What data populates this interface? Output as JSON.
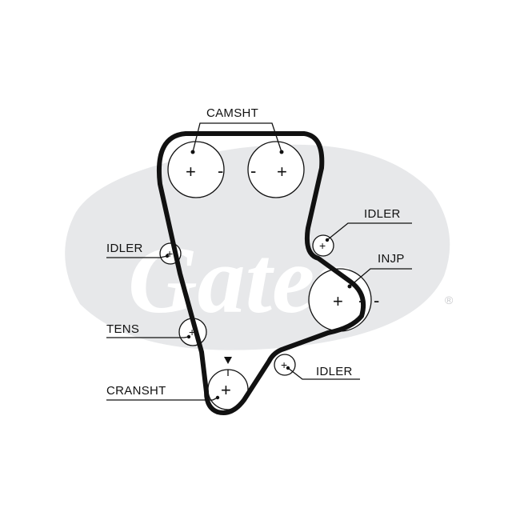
{
  "watermark": {
    "brand": "Gates",
    "trademark": "®"
  },
  "labels": {
    "camshaft": "CAMSHT",
    "idler_top_right": "IDLER",
    "idler_left": "IDLER",
    "injection_pump": "INJP",
    "tensioner": "TENS",
    "idler_bottom_right": "IDLER",
    "crankshaft": "CRANSHT"
  },
  "pulley_marks": {
    "plus": "+",
    "minus": "-"
  }
}
